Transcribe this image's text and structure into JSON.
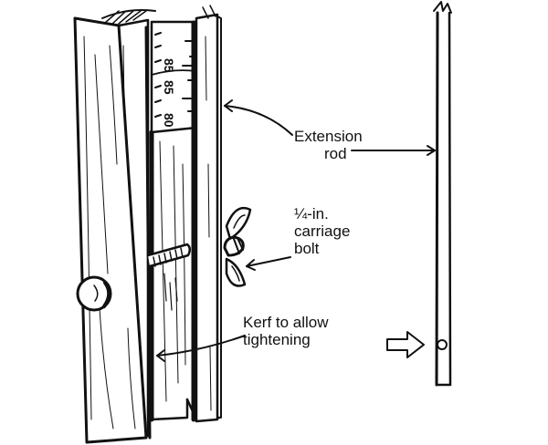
{
  "figure": {
    "subject": "Depth gauge with sliding extension rod",
    "colors": {
      "ink": "#111111",
      "paper": "#ffffff"
    }
  },
  "scale": {
    "numbers": [
      "85",
      "85",
      "80"
    ]
  },
  "callouts": {
    "extension_rod": {
      "line1": "Extension",
      "line2": "rod"
    },
    "carriage_bolt": {
      "line1": "¼-in.",
      "line2": "carriage",
      "line3": "bolt"
    },
    "kerf": {
      "line1": "Kerf to allow",
      "line2": "tightening"
    }
  },
  "indicator": {
    "icon": "right-arrow-icon"
  }
}
